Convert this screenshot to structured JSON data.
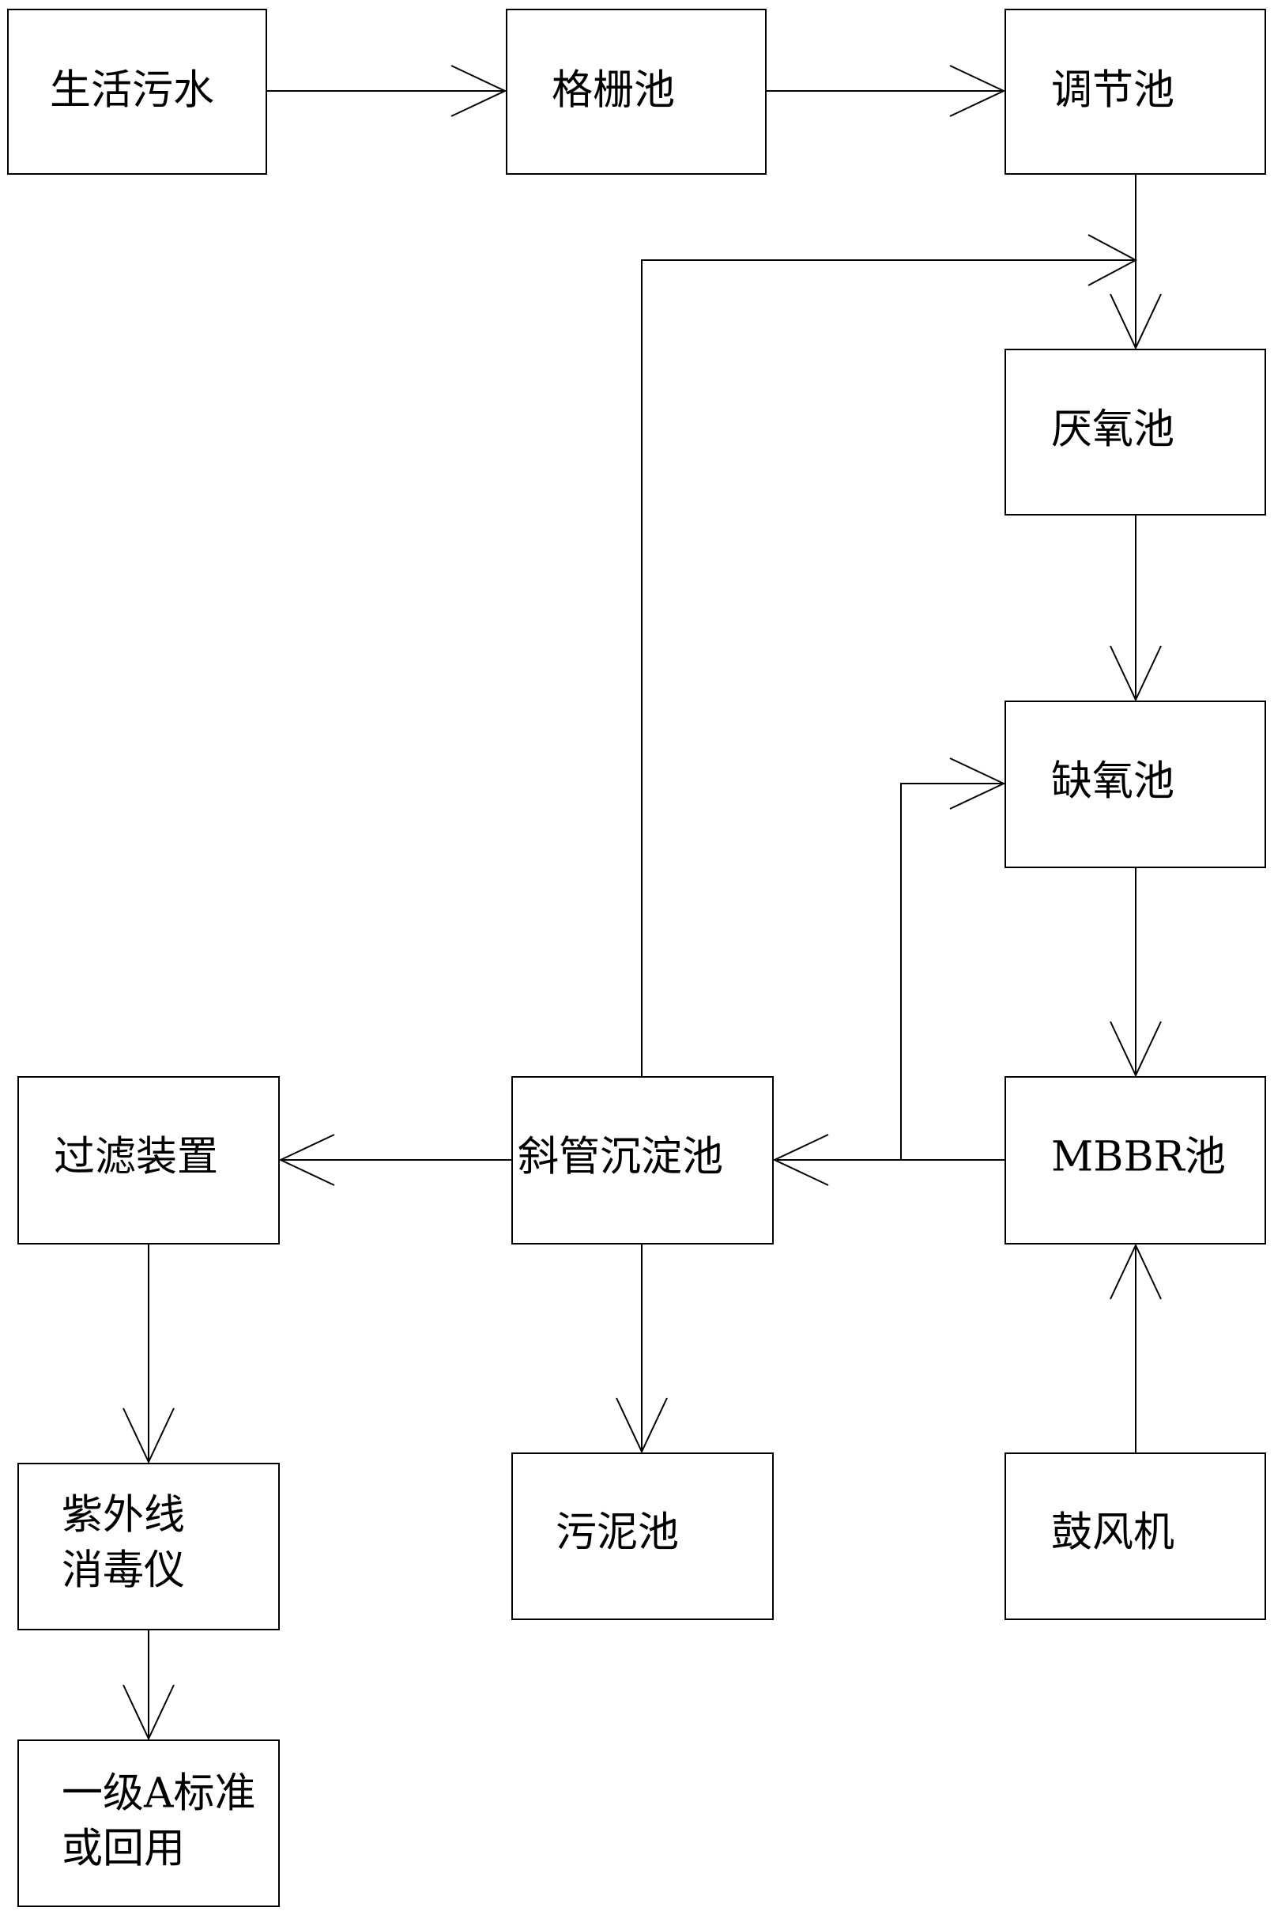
{
  "nodes": {
    "domestic_sewage": {
      "label": "生活污水"
    },
    "grille_tank": {
      "label": "格栅池"
    },
    "regulating_tank": {
      "label": "调节池"
    },
    "anaerobic_tank": {
      "label": "厌氧池"
    },
    "anoxic_tank": {
      "label": "缺氧池"
    },
    "mbbr_tank": {
      "label": "MBBR池"
    },
    "inclined_tube_sedimentation": {
      "label": "斜管沉淀池"
    },
    "filter_device": {
      "label": "过滤装置"
    },
    "uv_disinfector": {
      "line1": "紫外线",
      "line2": "消毒仪"
    },
    "class_1a_standard": {
      "line1": "一级A标准",
      "line2": "或回用"
    },
    "sludge_tank": {
      "label": "污泥池"
    },
    "blower": {
      "label": "鼓风机"
    }
  },
  "colors": {
    "stroke": "#000000",
    "background": "#ffffff"
  }
}
